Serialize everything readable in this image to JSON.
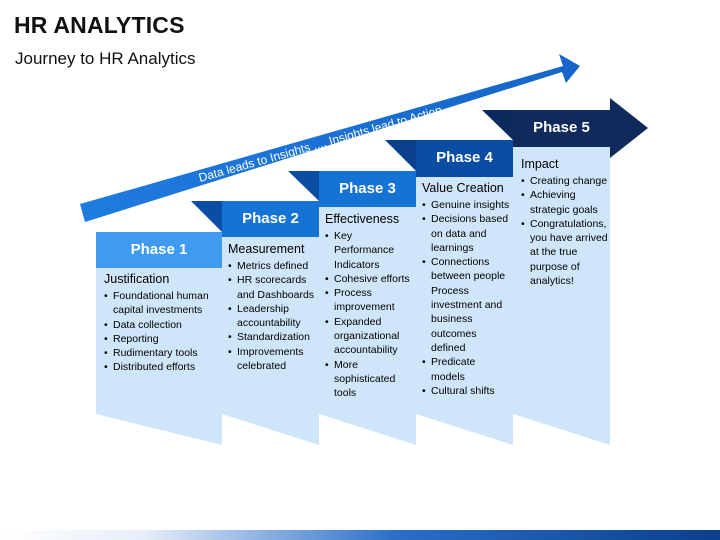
{
  "page": {
    "title": "HR ANALYTICS",
    "subtitle": "Journey to HR Analytics"
  },
  "arrow_text": "Data leads to Insights .... Insights lead to Action",
  "colors": {
    "blue_light": "#3f9bef",
    "blue_mid": "#1673d6",
    "blue_dark": "#0a4da3",
    "navy": "#102a5c",
    "panel_fill": "#cfe6fa"
  },
  "phases": [
    {
      "label": "Phase 1",
      "heading": "Justification",
      "bullets": [
        "Foundational human capital investments",
        "Data collection",
        "Reporting",
        "Rudimentary tools",
        "Distributed efforts"
      ]
    },
    {
      "label": "Phase 2",
      "heading": "Measurement",
      "bullets": [
        "Metrics defined",
        "HR scorecards and Dashboards",
        "Leadership accountability",
        "Standardization",
        "Improvements celebrated"
      ]
    },
    {
      "label": "Phase 3",
      "heading": "Effectiveness",
      "bullets": [
        "Key Performance Indicators",
        "Cohesive efforts",
        "Process improvement",
        "Expanded organizational accountability",
        "More sophisticated tools"
      ]
    },
    {
      "label": "Phase 4",
      "heading": "Value Creation",
      "bullets": [
        "Genuine insights",
        "Decisions based on data and learnings",
        "Connections between people Process investment and business outcomes defined",
        "Predicate models",
        "Cultural shifts"
      ]
    },
    {
      "label": "Phase 5",
      "heading": "Impact",
      "bullets": [
        "Creating change",
        "Achieving strategic goals",
        "Congratulations, you have arrived at the true purpose of analytics!"
      ]
    }
  ]
}
